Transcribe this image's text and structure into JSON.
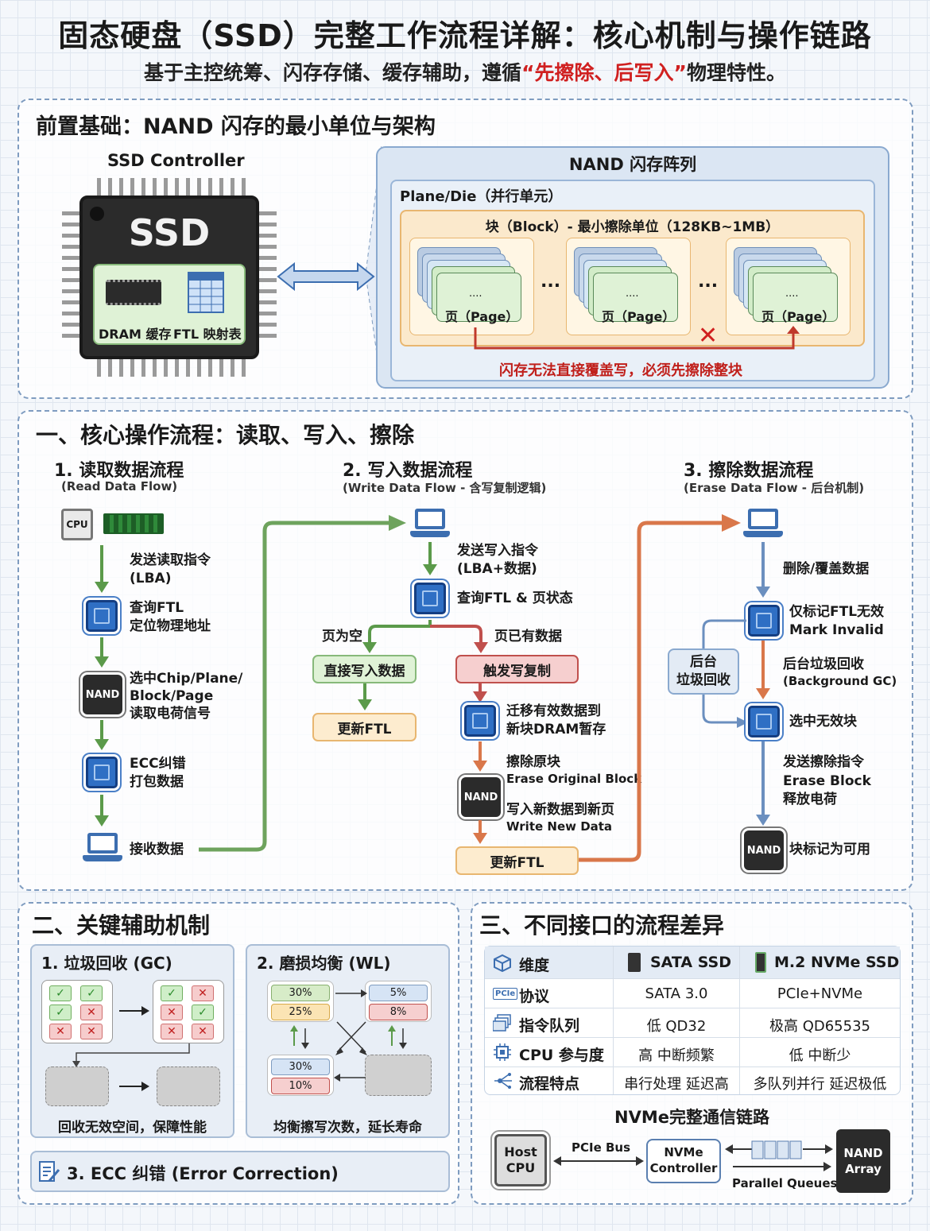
{
  "header": {
    "title": "固态硬盘（SSD）完整工作流程详解：核心机制与操作链路",
    "subtitle_pre": "基于主控统筹、闪存存储、缓存辅助，遵循",
    "subtitle_hl": "“先擦除、后写入”",
    "subtitle_post": "物理特性。"
  },
  "pre": {
    "title": "前置基础：NAND 闪存的最小单位与架构",
    "controller_label": "SSD Controller",
    "ssd_text": "SSD",
    "dram_label": "DRAM 缓存",
    "ftl_label": "FTL 映射表",
    "array_title": "NAND 闪存阵列",
    "plane_label": "Plane/Die（并行单元）",
    "block_label": "块（Block）- 最小擦除单位（128KB~1MB）",
    "page_label": "页（Page）",
    "dots": "....",
    "ellipsis": "...",
    "warning": "闪存无法直接覆盖写，必须先擦除整块"
  },
  "sec1": {
    "title": "一、核心操作流程：读取、写入、擦除",
    "read": {
      "title": "1. 读取数据流程",
      "subtitle": "(Read Data Flow)",
      "cpu": "CPU",
      "s1": "发送读取指令",
      "s1b": "(LBA)",
      "s2": "查询FTL",
      "s2b": "定位物理地址",
      "nand": "NAND",
      "s3": "选中Chip/Plane/",
      "s3b": "Block/Page",
      "s3c": "读取电荷信号",
      "s4": "ECC纠错",
      "s4b": "打包数据",
      "s5": "接收数据"
    },
    "write": {
      "title": "2. 写入数据流程",
      "subtitle": "(Write Data Flow - 含写复制逻辑)",
      "s1": "发送写入指令",
      "s1b": "(LBA+数据)",
      "s2": "查询FTL & 页状态",
      "empty": "页为空",
      "has": "页已有数据",
      "direct": "直接写入数据",
      "update": "更新FTL",
      "trigger": "触发写复制",
      "m1": "迁移有效数据到",
      "m1b": "新块DRAM暂存",
      "e1": "擦除原块",
      "e1b": "Erase Original Block",
      "nand": "NAND",
      "w1": "写入新数据到新页",
      "w1b": "Write New Data",
      "update2": "更新FTL"
    },
    "erase": {
      "title": "3. 擦除数据流程",
      "subtitle": "(Erase Data Flow - 后台机制)",
      "s1": "删除/覆盖数据",
      "s2": "仅标记FTL无效",
      "s2b": "Mark Invalid",
      "bg": "后台",
      "bg2": "垃圾回收",
      "s3": "后台垃圾回收",
      "s3b": "(Background GC)",
      "s4": "选中无效块",
      "s5": "发送擦除指令",
      "s5b": "Erase Block",
      "s5c": "释放电荷",
      "nand": "NAND",
      "s6": "块标记为可用"
    }
  },
  "sec2": {
    "title": "二、关键辅助机制",
    "gc": {
      "title": "1. 垃圾回收 (GC)",
      "caption": "回收无效空间，保障性能"
    },
    "wl": {
      "title": "2. 磨损均衡 (WL)",
      "caption": "均衡擦写次数，延长寿命",
      "p1": "30%",
      "p2": "25%",
      "p3": "5%",
      "p4": "8%",
      "p5": "30%",
      "p6": "10%"
    },
    "ecc": {
      "title": "3. ECC 纠错 (Error Correction)"
    }
  },
  "sec3": {
    "title": "三、不同接口的流程差异",
    "headers": [
      "维度",
      "SATA SSD",
      "M.2 NVMe SSD"
    ],
    "rows": [
      [
        "协议",
        "SATA 3.0",
        "PCIe+NVMe"
      ],
      [
        "指令队列",
        "低 QD32",
        "极高 QD65535"
      ],
      [
        "CPU 参与度",
        "高 中断频繁",
        "低 中断少"
      ],
      [
        "流程特点",
        "串行处理 延迟高",
        "多队列并行 延迟极低"
      ]
    ],
    "chain_title": "NVMe完整通信链路",
    "host": "Host",
    "host2": "CPU",
    "bus": "PCIe Bus",
    "ctrl": "NVMe",
    "ctrl2": "Controller",
    "queues": "Parallel Queues",
    "nand": "NAND",
    "nand2": "Array",
    "pcie_icon": "PCIe"
  },
  "colors": {
    "green": "#5b9a4a",
    "red": "#c0504d",
    "blue": "#6b8fbf",
    "orange": "#d9774a",
    "accent": "#d02020"
  }
}
